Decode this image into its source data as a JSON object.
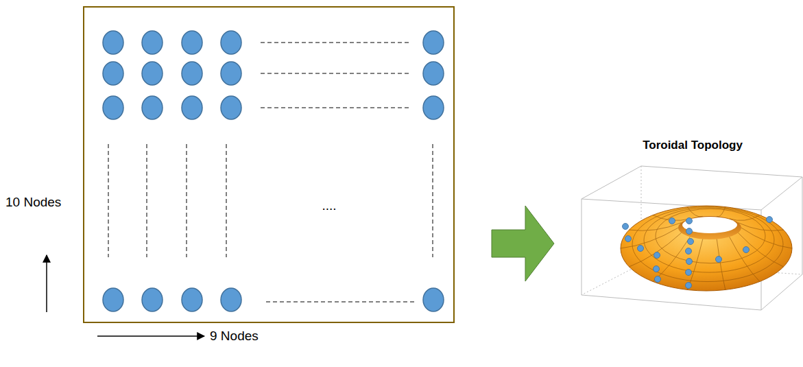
{
  "diagram": {
    "labels": [
      "10 Nodes",
      "9 Nodes",
      "....",
      "Toroidal Topology"
    ]
  }
}
